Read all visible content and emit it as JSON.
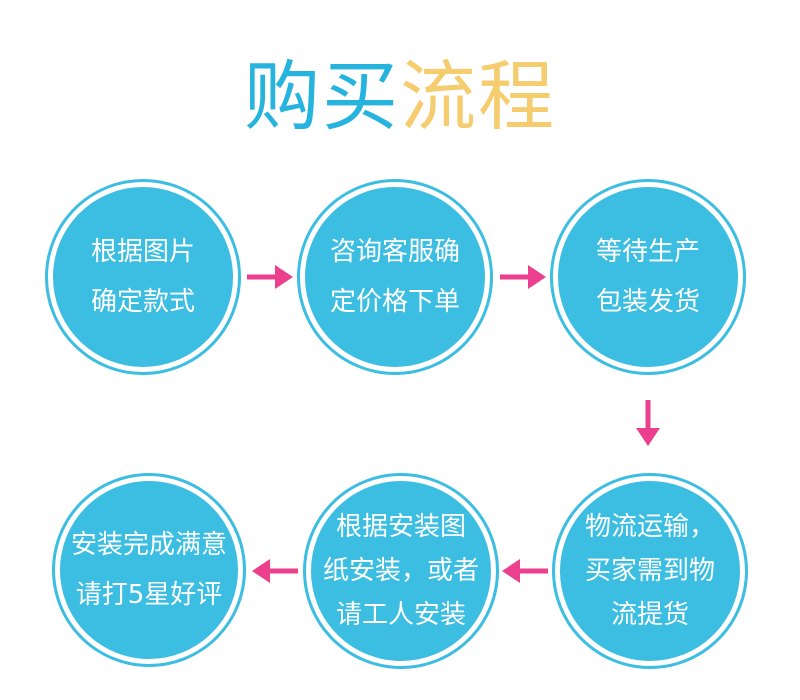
{
  "title": {
    "part1": "购买",
    "part2": "流程",
    "color1": "#26b3de",
    "color2": "#f5cc6e"
  },
  "steps": [
    {
      "lines": [
        "根据图片",
        "确定款式"
      ]
    },
    {
      "lines": [
        "咨询客服确",
        "定价格下单"
      ]
    },
    {
      "lines": [
        "等待生产",
        "包装发货"
      ]
    },
    {
      "lines": [
        "物流运输，",
        "买家需到物",
        "流提货"
      ]
    },
    {
      "lines": [
        "根据安装图",
        "纸安装，或者",
        "请工人安装"
      ]
    },
    {
      "lines": [
        "安装完成满意",
        "请打5星好评"
      ]
    }
  ],
  "colors": {
    "circle": "#3cbde2",
    "arrow": "#ec3f8e"
  },
  "arrows": [
    {
      "direction": "right"
    },
    {
      "direction": "right"
    },
    {
      "direction": "down"
    },
    {
      "direction": "left"
    },
    {
      "direction": "left"
    }
  ]
}
